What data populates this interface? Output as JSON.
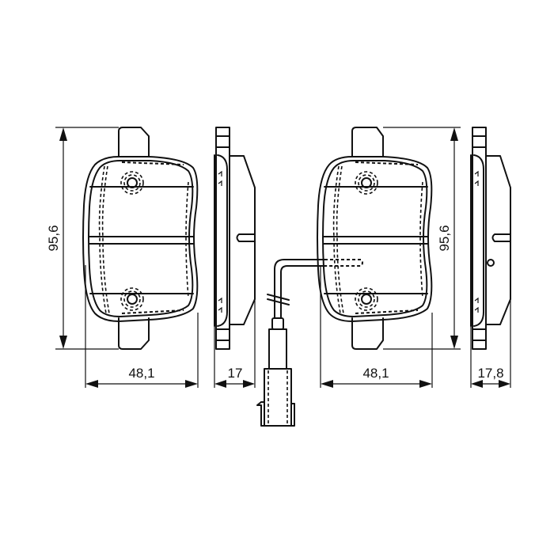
{
  "drawing": {
    "title": "Brake pad set technical drawing",
    "stroke_color": "#111111",
    "background": "#ffffff"
  },
  "dimensions": {
    "left_pad_height": "95,6",
    "left_pad_width": "48,1",
    "left_pad_thickness": "17",
    "right_pad_height": "95,6",
    "right_pad_width": "48,1",
    "right_pad_thickness": "17,8"
  },
  "components": [
    {
      "name": "left-pad-front-view"
    },
    {
      "name": "left-pad-side-view"
    },
    {
      "name": "wear-indicator-sensor"
    },
    {
      "name": "right-pad-front-view"
    },
    {
      "name": "right-pad-side-view"
    }
  ]
}
